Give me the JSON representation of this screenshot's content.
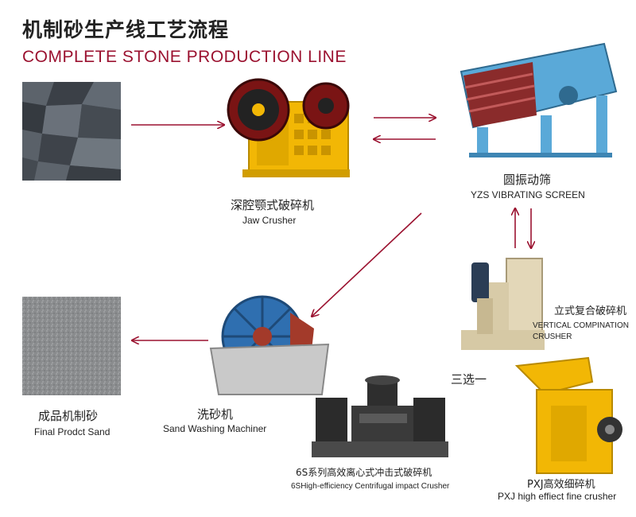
{
  "title": {
    "cn": "机制砂生产线工艺流程",
    "en": "COMPLETE STONE PRODUCTION LINE"
  },
  "nodes": {
    "jaw_crusher": {
      "cn": "深腔颚式破碎机",
      "en": "Jaw Crusher"
    },
    "vibrating_screen": {
      "cn": "圆振动筛",
      "en": "YZS VIBRATING SCREEN"
    },
    "vertical_crusher": {
      "cn": "立式复合破碎机",
      "en_line1": "VERTICAL COMPINATION",
      "en_line2": "CRUSHER"
    },
    "choose_one": "三选一",
    "pxj_crusher": {
      "cn": "PXJ高效细碎机",
      "en": "PXJ high effiect fine crusher"
    },
    "impact_crusher": {
      "cn": "6S系列高效离心式冲击式破碎机",
      "en": "6SHigh-efficiency Centrifugal impact Crusher"
    },
    "sand_washer": {
      "cn": "洗砂机",
      "en": "Sand Washing Machiner"
    },
    "final_sand": {
      "cn": "成品机制砂",
      "en": "Final Prodct Sand"
    }
  },
  "colors": {
    "arrow": "#9b1230",
    "title_en": "#9b1230",
    "machine_yellow": "#f2b705",
    "screen_blue": "#5aa9d8",
    "screen_red": "#8a2b2b",
    "washer_blue": "#2f6fb0",
    "washer_red": "#a33a2a"
  },
  "icons": [
    "raw-stone-image",
    "jaw-crusher-image",
    "vibrating-screen-image",
    "vertical-crusher-image",
    "pxj-crusher-image",
    "impact-crusher-image",
    "sand-washer-image",
    "final-sand-image"
  ]
}
